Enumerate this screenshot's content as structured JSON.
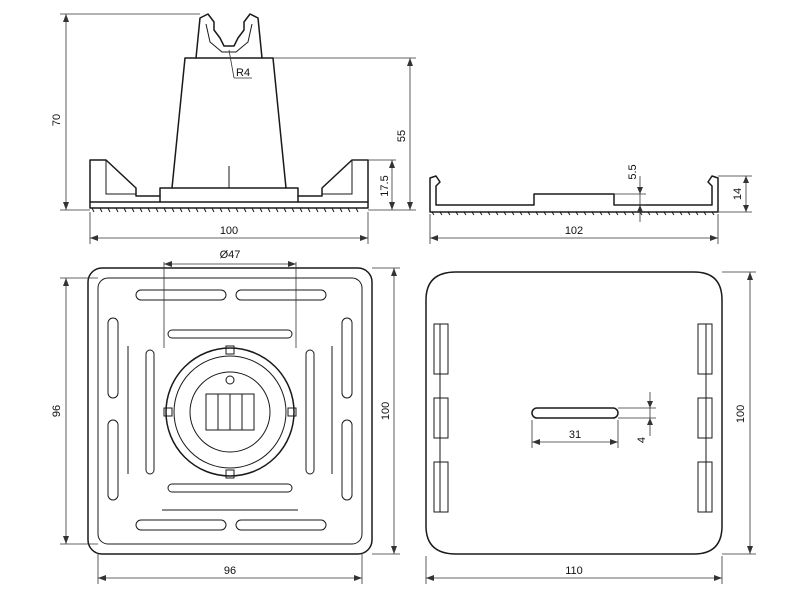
{
  "dimensions": {
    "side_height_total": "70",
    "side_cone_height": "55",
    "side_base_height": "17.5",
    "side_radius": "R4",
    "side_base_width": "100",
    "slot_width_top": "Ø47",
    "plan_height": "96",
    "plan_height_right": "100",
    "plan_bottom_width": "96",
    "sec_base_height": "14",
    "sec_rib_height": "5.5",
    "sec_width": "102",
    "bottom_height": "100",
    "bottom_width": "110",
    "bottom_slot_length": "31",
    "bottom_slot_height": "4"
  },
  "colors": {
    "line": "#1a1a1a",
    "background": "#ffffff"
  }
}
